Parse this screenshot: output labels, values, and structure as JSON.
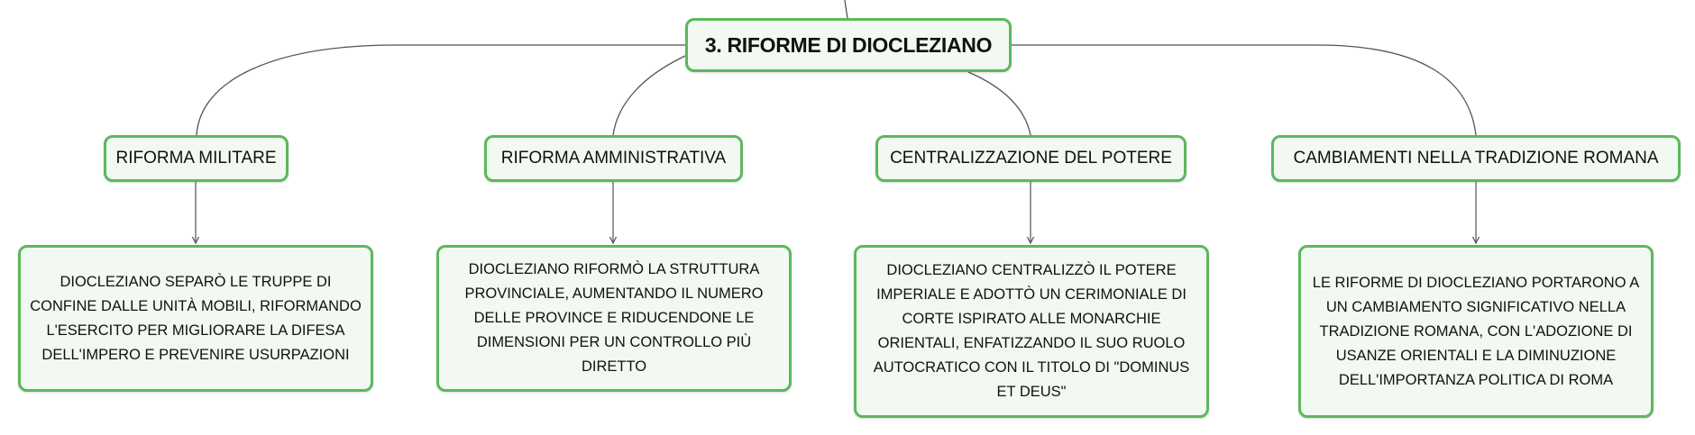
{
  "root": {
    "title": "3. RIFORME DI DIOCLEZIANO"
  },
  "branches": [
    {
      "label": "RIFORMA MILITARE",
      "detail": "DIOCLEZIANO SEPARÒ LE TRUPPE DI CONFINE DALLE UNITÀ MOBILI, RIFORMANDO L'ESERCITO PER MIGLIORARE LA DIFESA DELL'IMPERO E PREVENIRE USURPAZIONI"
    },
    {
      "label": "RIFORMA AMMINISTRATIVA",
      "detail": "DIOCLEZIANO RIFORMÒ LA STRUTTURA PROVINCIALE, AUMENTANDO IL NUMERO DELLE PROVINCE E RIDUCENDONE LE DIMENSIONI PER UN CONTROLLO PIÙ DIRETTO"
    },
    {
      "label": "CENTRALIZZAZIONE DEL POTERE",
      "detail": "DIOCLEZIANO CENTRALIZZÒ IL POTERE IMPERIALE E ADOTTÒ UN CERIMONIALE DI CORTE ISPIRATO ALLE MONARCHIE ORIENTALI, ENFATIZZANDO IL SUO RUOLO AUTOCRATICO CON IL TITOLO DI \"DOMINUS ET DEUS\""
    },
    {
      "label": "CAMBIAMENTI NELLA TRADIZIONE ROMANA",
      "detail": "LE RIFORME DI DIOCLEZIANO PORTARONO A UN CAMBIAMENTO SIGNIFICATIVO NELLA TRADIZIONE ROMANA, CON L'ADOZIONE DI USANZE ORIENTALI E LA DIMINUZIONE DELL'IMPORTANZA POLITICA DI ROMA"
    }
  ],
  "colors": {
    "border": "#5cb85c",
    "fill": "#f2f8f2",
    "line": "#555555"
  }
}
